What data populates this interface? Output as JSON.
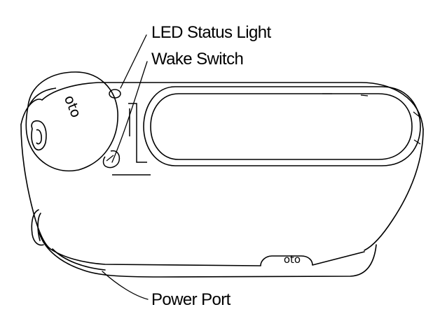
{
  "callouts": {
    "led_status_light": "LED Status Light",
    "wake_switch": "Wake Switch",
    "power_port": "Power Port"
  },
  "branding": {
    "logo_text": "oto"
  },
  "colors": {
    "stroke": "#000000",
    "background": "#ffffff",
    "text": "#000000"
  }
}
